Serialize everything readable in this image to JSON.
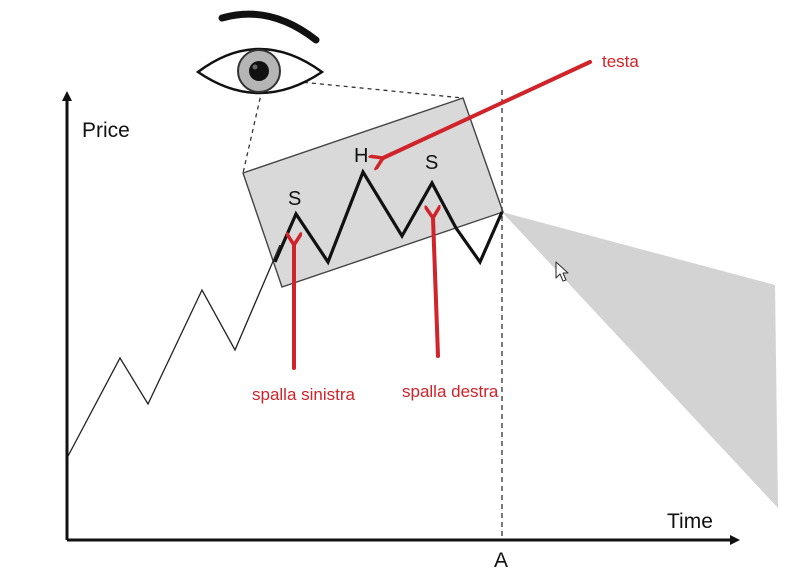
{
  "axes": {
    "y_label": "Price",
    "x_label": "Time",
    "time_marker": "A"
  },
  "pattern_labels": {
    "left_shoulder": "S",
    "head": "H",
    "right_shoulder": "S"
  },
  "annotations": {
    "head_note": "testa",
    "left_shoulder_note": "spalla sinistra",
    "right_shoulder_note": "spalla destra"
  },
  "colors": {
    "annotation": "#d0232a",
    "highlight_box": "#d9d9d9",
    "projection": "#d3d3d3",
    "line": "#111111"
  },
  "icons": [
    "eye-icon",
    "cursor-icon"
  ]
}
